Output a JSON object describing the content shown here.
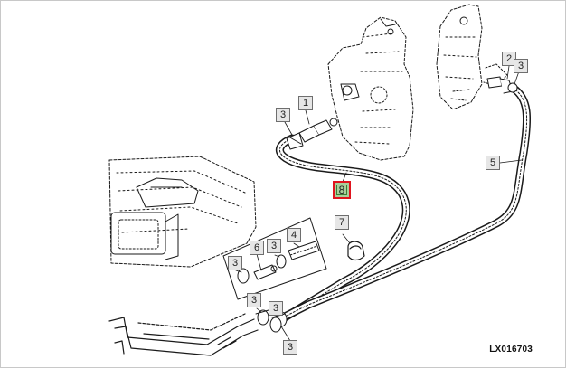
{
  "diagram": {
    "callouts": [
      {
        "id": "c1",
        "label": "1",
        "active": false
      },
      {
        "id": "c2",
        "label": "2",
        "active": false
      },
      {
        "id": "c3a",
        "label": "3",
        "active": false
      },
      {
        "id": "c3b",
        "label": "3",
        "active": false
      },
      {
        "id": "c3c",
        "label": "3",
        "active": false
      },
      {
        "id": "c3d",
        "label": "3",
        "active": false
      },
      {
        "id": "c3e",
        "label": "3",
        "active": false
      },
      {
        "id": "c3f",
        "label": "3",
        "active": false
      },
      {
        "id": "c3g",
        "label": "3",
        "active": false
      },
      {
        "id": "c4",
        "label": "4",
        "active": false
      },
      {
        "id": "c5",
        "label": "5",
        "active": false
      },
      {
        "id": "c6",
        "label": "6",
        "active": false
      },
      {
        "id": "c7",
        "label": "7",
        "active": false
      },
      {
        "id": "c8",
        "label": "8",
        "active": true
      }
    ],
    "document_id": "LX016703",
    "colors": {
      "highlight_border": "#e0141e",
      "highlight_fill": "#a9cf9b",
      "callout_fill": "#e6e6e6",
      "line": "#1a1a1a"
    }
  }
}
